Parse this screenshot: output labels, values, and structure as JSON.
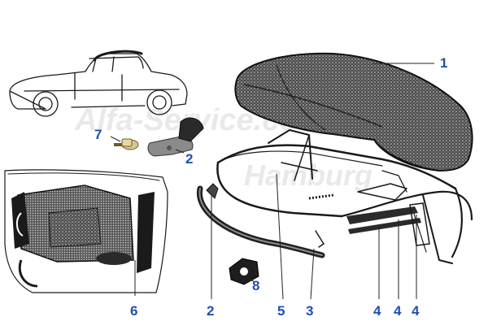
{
  "watermark": {
    "line1": "Alfa-Service.com",
    "line2": "Hamburg"
  },
  "callouts": [
    {
      "id": "callout-1",
      "label": "1"
    },
    {
      "id": "callout-2-clip",
      "label": "2"
    },
    {
      "id": "callout-7",
      "label": "7"
    },
    {
      "id": "callout-8",
      "label": "8"
    },
    {
      "id": "callout-6",
      "label": "6"
    },
    {
      "id": "callout-2-bottom",
      "label": "2"
    },
    {
      "id": "callout-5",
      "label": "5"
    },
    {
      "id": "callout-3",
      "label": "3"
    },
    {
      "id": "callout-4a",
      "label": "4"
    },
    {
      "id": "callout-4b",
      "label": "4"
    },
    {
      "id": "callout-4c",
      "label": "4"
    }
  ],
  "colors": {
    "callout": "#1f4fb5",
    "ink": "#1a1a1a",
    "fabric": "#3a3a3a",
    "rubber": "#2b2b2b",
    "watermark": "#e9e9e9"
  }
}
